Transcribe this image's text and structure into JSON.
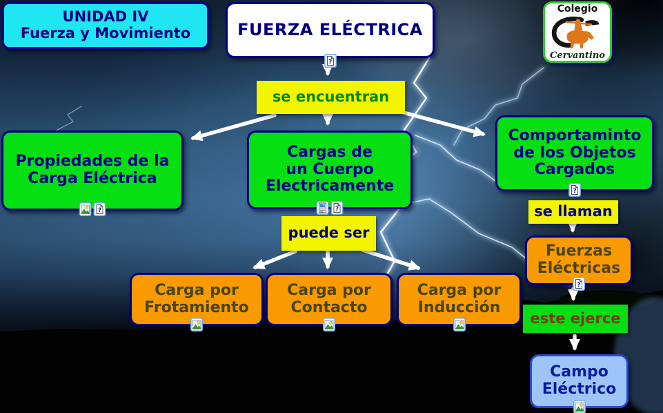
{
  "nodes": {
    "unidad": {
      "label": "UNIDAD IV\nFuerza y Movimiento"
    },
    "titulo": {
      "label": "FUERZA ELÉCTRICA",
      "icons": [
        "question-resource-icon"
      ]
    },
    "se_encuentran": {
      "label": "se encuentran"
    },
    "propiedades": {
      "label": "Propiedades de la\nCarga Eléctrica",
      "icons": [
        "image-resource-icon",
        "question-resource-icon"
      ]
    },
    "cargas": {
      "label": "Cargas de\nun Cuerpo\nElectricamente",
      "icons": [
        "richtext-resource-icon",
        "question-resource-icon"
      ]
    },
    "comportaminto": {
      "label": "Comportaminto\nde los Objetos\nCargados",
      "icons": [
        "question-resource-icon"
      ]
    },
    "puede_ser": {
      "label": "puede ser"
    },
    "frotamiento": {
      "label": "Carga por\nFrotamiento",
      "icons": [
        "image-resource-icon"
      ]
    },
    "contacto": {
      "label": "Carga por\nContacto",
      "icons": [
        "image-resource-icon"
      ]
    },
    "induccion": {
      "label": "Carga por\nInducción",
      "icons": [
        "image-resource-icon"
      ]
    },
    "se_llaman": {
      "label": "se llaman"
    },
    "fuerzas": {
      "label": "Fuerzas\nEléctricas",
      "icons": [
        "question-resource-icon"
      ]
    },
    "este_ejerce": {
      "label": "este ejerce"
    },
    "campo": {
      "label": "Campo\nEléctrico",
      "icons": [
        "image-resource-icon"
      ]
    }
  },
  "logo": {
    "line1": "Colegio",
    "line2": "Cervantino",
    "icon": "quixote-knight-icon"
  },
  "icons": {
    "question-resource-icon": "document with question mark",
    "image-resource-icon": "picture with sun and hills",
    "richtext-resource-icon": "document with image and text lines"
  },
  "colors": {
    "concept_green": "#06df12",
    "concept_orange": "#f99a01",
    "linking_yellow": "#f2f400",
    "unit_cyan": "#1fe6f2",
    "campo_blue": "#9ec5f8",
    "border_navy": "#000082",
    "text_navy": "#00008c",
    "text_green": "#008a00",
    "text_olive": "#4a4517",
    "text_brown": "#7b3a10",
    "arrow_white": "#ffffff"
  }
}
